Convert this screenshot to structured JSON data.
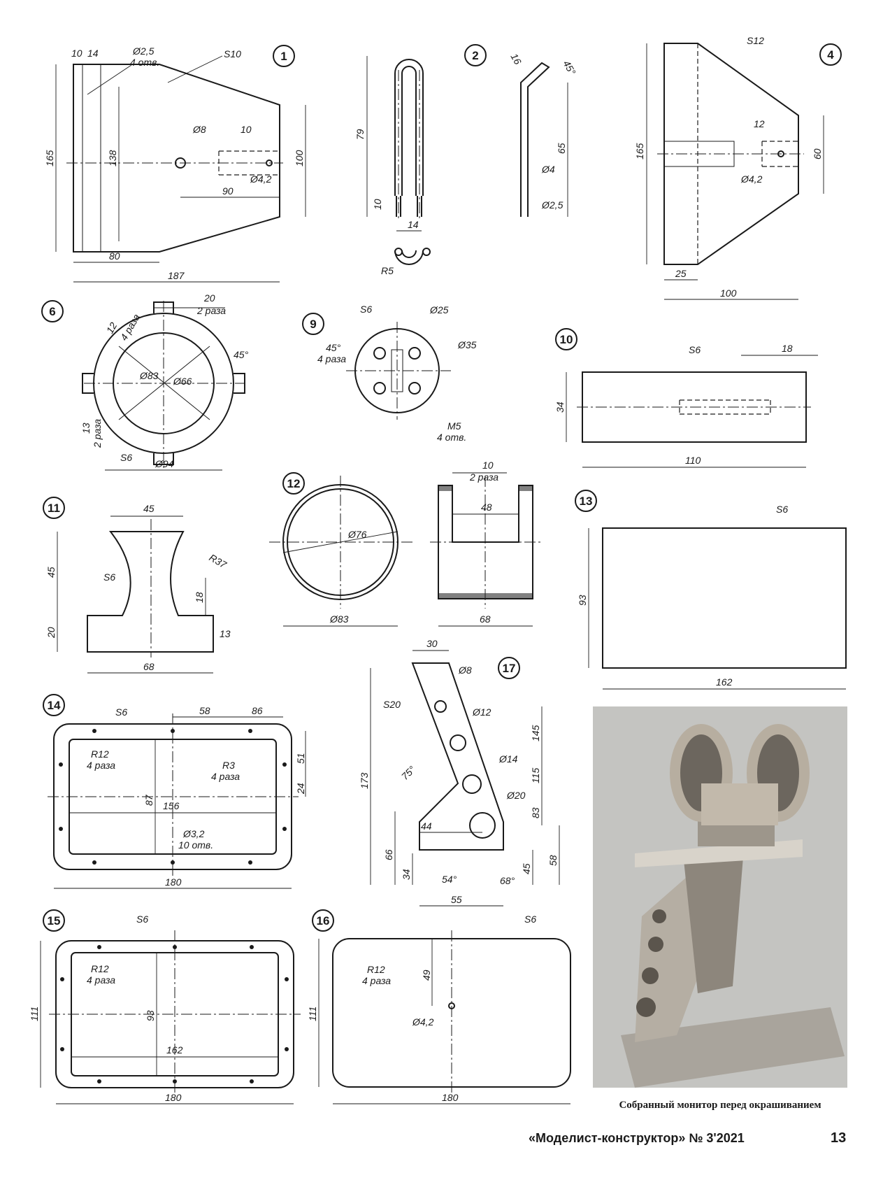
{
  "parts": {
    "p1": {
      "num": "1",
      "material": "S10",
      "dims": [
        "10",
        "14",
        "Ø2,5",
        "4 отв.",
        "Ø8",
        "10",
        "138",
        "165",
        "100",
        "Ø4,2",
        "90",
        "80",
        "187"
      ]
    },
    "p2": {
      "num": "2",
      "dims": [
        "79",
        "10",
        "14",
        "R5",
        "16",
        "45°",
        "65",
        "Ø4",
        "Ø2,5"
      ]
    },
    "p4": {
      "num": "4",
      "material": "S12",
      "dims": [
        "165",
        "12",
        "60",
        "Ø4,2",
        "25",
        "100"
      ]
    },
    "p6": {
      "num": "6",
      "material": "S6",
      "dims": [
        "20",
        "2 раза",
        "12",
        "4 раза",
        "45°",
        "Ø83",
        "Ø66",
        "13",
        "2 раза",
        "Ø94"
      ]
    },
    "p9": {
      "num": "9",
      "material": "S6",
      "dims": [
        "Ø25",
        "45°",
        "4 раза",
        "Ø35",
        "M5",
        "4 отв."
      ]
    },
    "p10": {
      "num": "10",
      "material": "S6",
      "dims": [
        "18",
        "34",
        "110"
      ]
    },
    "p11": {
      "num": "11",
      "material": "S6",
      "dims": [
        "45",
        "45",
        "R37",
        "18",
        "20",
        "13",
        "68"
      ]
    },
    "p12": {
      "num": "12",
      "dims": [
        "Ø76",
        "Ø83",
        "10",
        "2 раза",
        "48",
        "68"
      ]
    },
    "p13": {
      "num": "13",
      "material": "S6",
      "dims": [
        "93",
        "162"
      ]
    },
    "p14": {
      "num": "14",
      "material": "S6",
      "dims": [
        "58",
        "86",
        "R12",
        "4 раза",
        "51",
        "R3",
        "4 раза",
        "24",
        "87",
        "156",
        "Ø3,2",
        "10 отв.",
        "180"
      ]
    },
    "p15": {
      "num": "15",
      "material": "S6",
      "dims": [
        "R12",
        "4 раза",
        "111",
        "93",
        "162",
        "180"
      ]
    },
    "p16": {
      "num": "16",
      "material": "S6",
      "dims": [
        "R12",
        "4 раза",
        "49",
        "111",
        "Ø4,2",
        "180"
      ]
    },
    "p17": {
      "num": "17",
      "material": "S20",
      "dims": [
        "30",
        "Ø8",
        "Ø12",
        "145",
        "173",
        "115",
        "Ø14",
        "75°",
        "Ø20",
        "83",
        "44",
        "66",
        "58",
        "34",
        "45",
        "54°",
        "68°",
        "55"
      ]
    }
  },
  "photo": {
    "caption": "Собранный монитор перед окрашиванием"
  },
  "footer": {
    "journal": "«Моделист-конструктор» № 3'2021",
    "page": "13"
  }
}
